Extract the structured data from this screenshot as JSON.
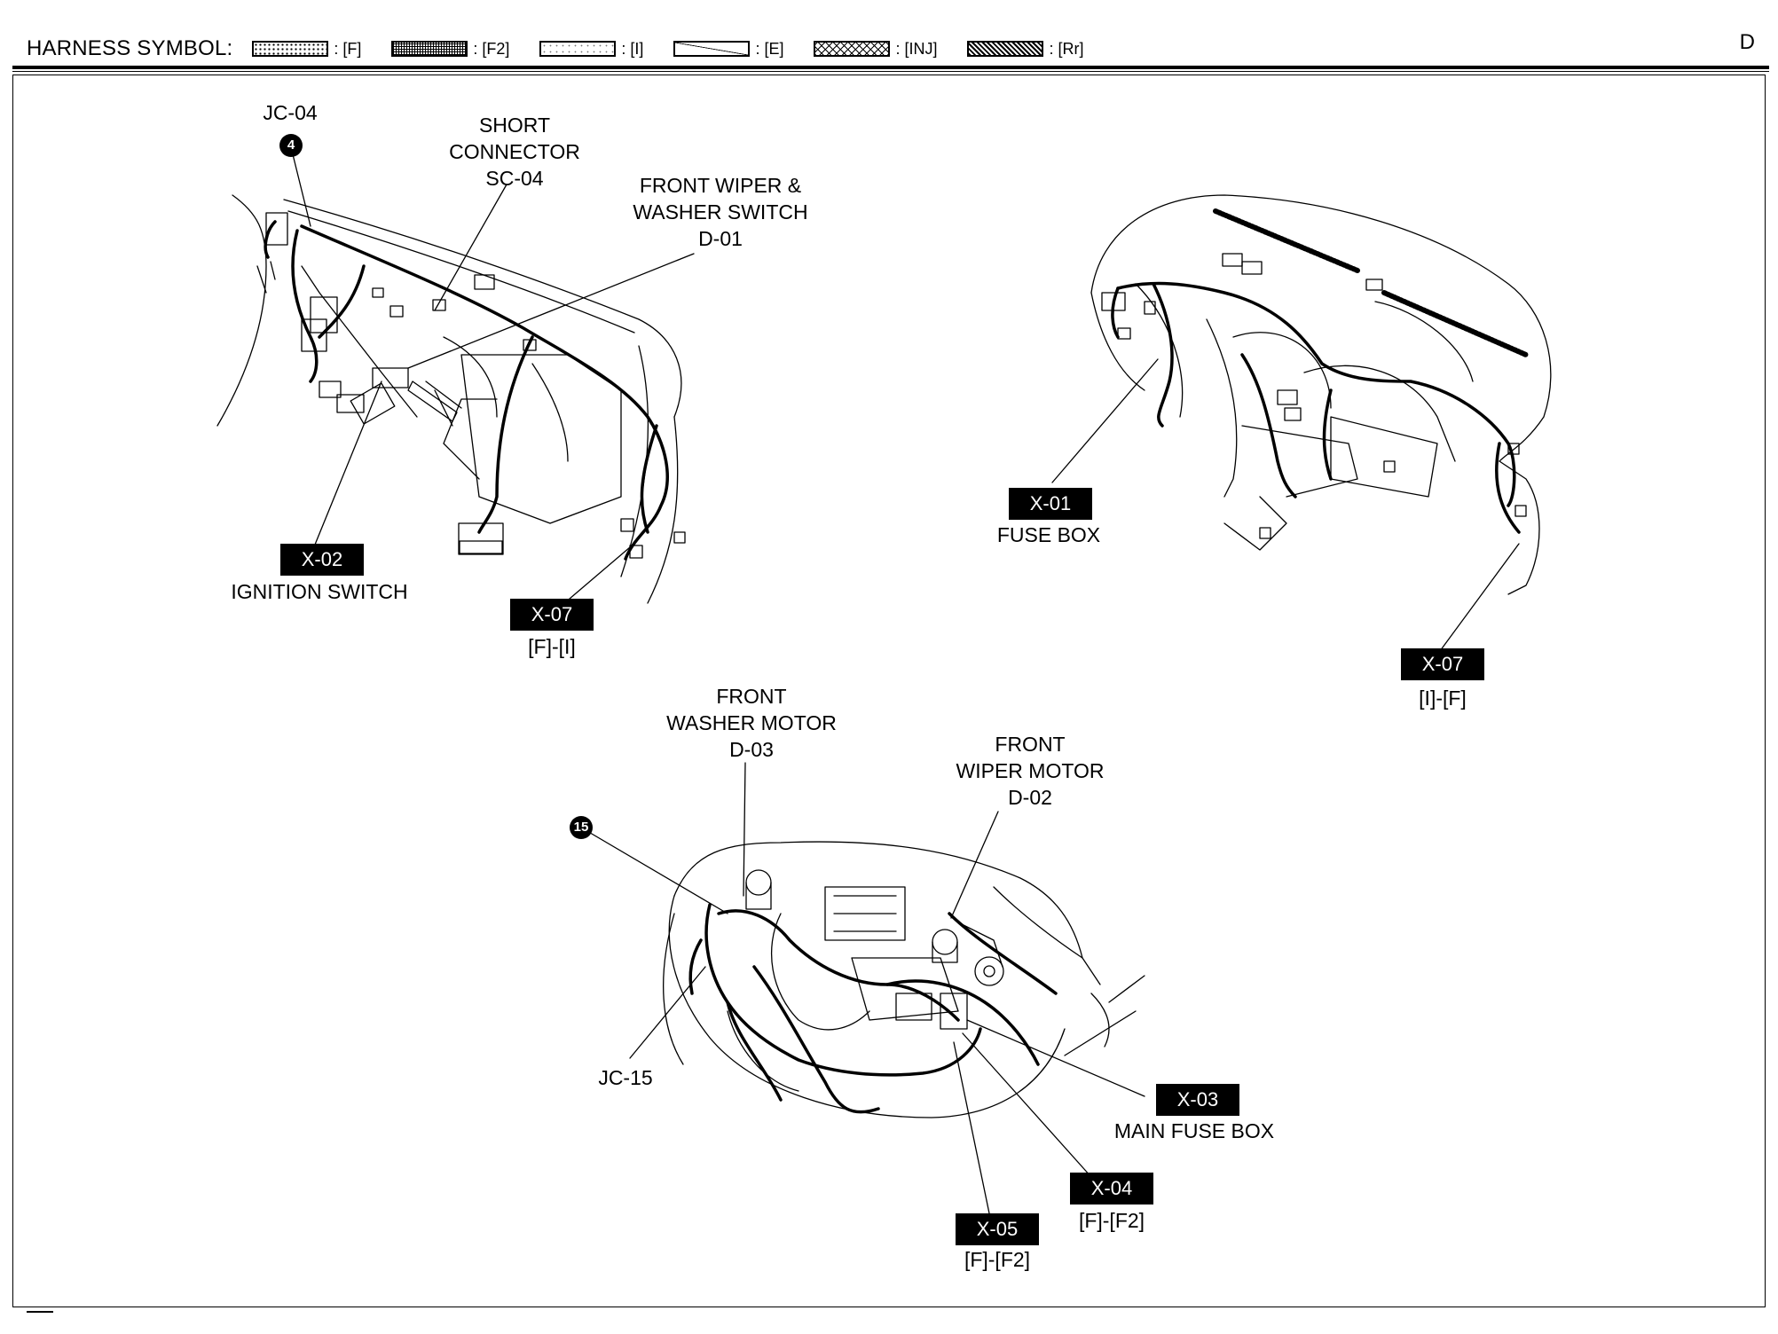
{
  "header": {
    "title": "HARNESS SYMBOL:",
    "symbols": [
      {
        "label": ": [F]"
      },
      {
        "label": ": [F2]"
      },
      {
        "label": ": [I]"
      },
      {
        "label": ": [E]"
      },
      {
        "label": ": [INJ]"
      },
      {
        "label": ": [Rr]"
      }
    ],
    "page_letter": "D"
  },
  "dashboard_left": {
    "jc04": "JC-04",
    "marker4": "4",
    "short_connector": [
      "SHORT",
      "CONNECTOR",
      "SC-04"
    ],
    "front_wiper_switch": [
      "FRONT WIPER &",
      "WASHER SWITCH",
      "D-01"
    ],
    "x02_tag": "X-02",
    "x02_label": "IGNITION SWITCH",
    "x07_tag": "X-07",
    "x07_label": "[F]-[I]"
  },
  "dashboard_right": {
    "x01_tag": "X-01",
    "x01_label": "FUSE BOX",
    "x07_tag": "X-07",
    "x07_label": "[I]-[F]"
  },
  "engine_bay": {
    "marker15": "15",
    "front_washer_motor": [
      "FRONT",
      "WASHER MOTOR",
      "D-03"
    ],
    "front_wiper_motor": [
      "FRONT",
      "WIPER MOTOR",
      "D-02"
    ],
    "jc15": "JC-15",
    "x03_tag": "X-03",
    "x03_label": "MAIN FUSE BOX",
    "x04_tag": "X-04",
    "x04_label": "[F]-[F2]",
    "x05_tag": "X-05",
    "x05_label": "[F]-[F2]"
  }
}
